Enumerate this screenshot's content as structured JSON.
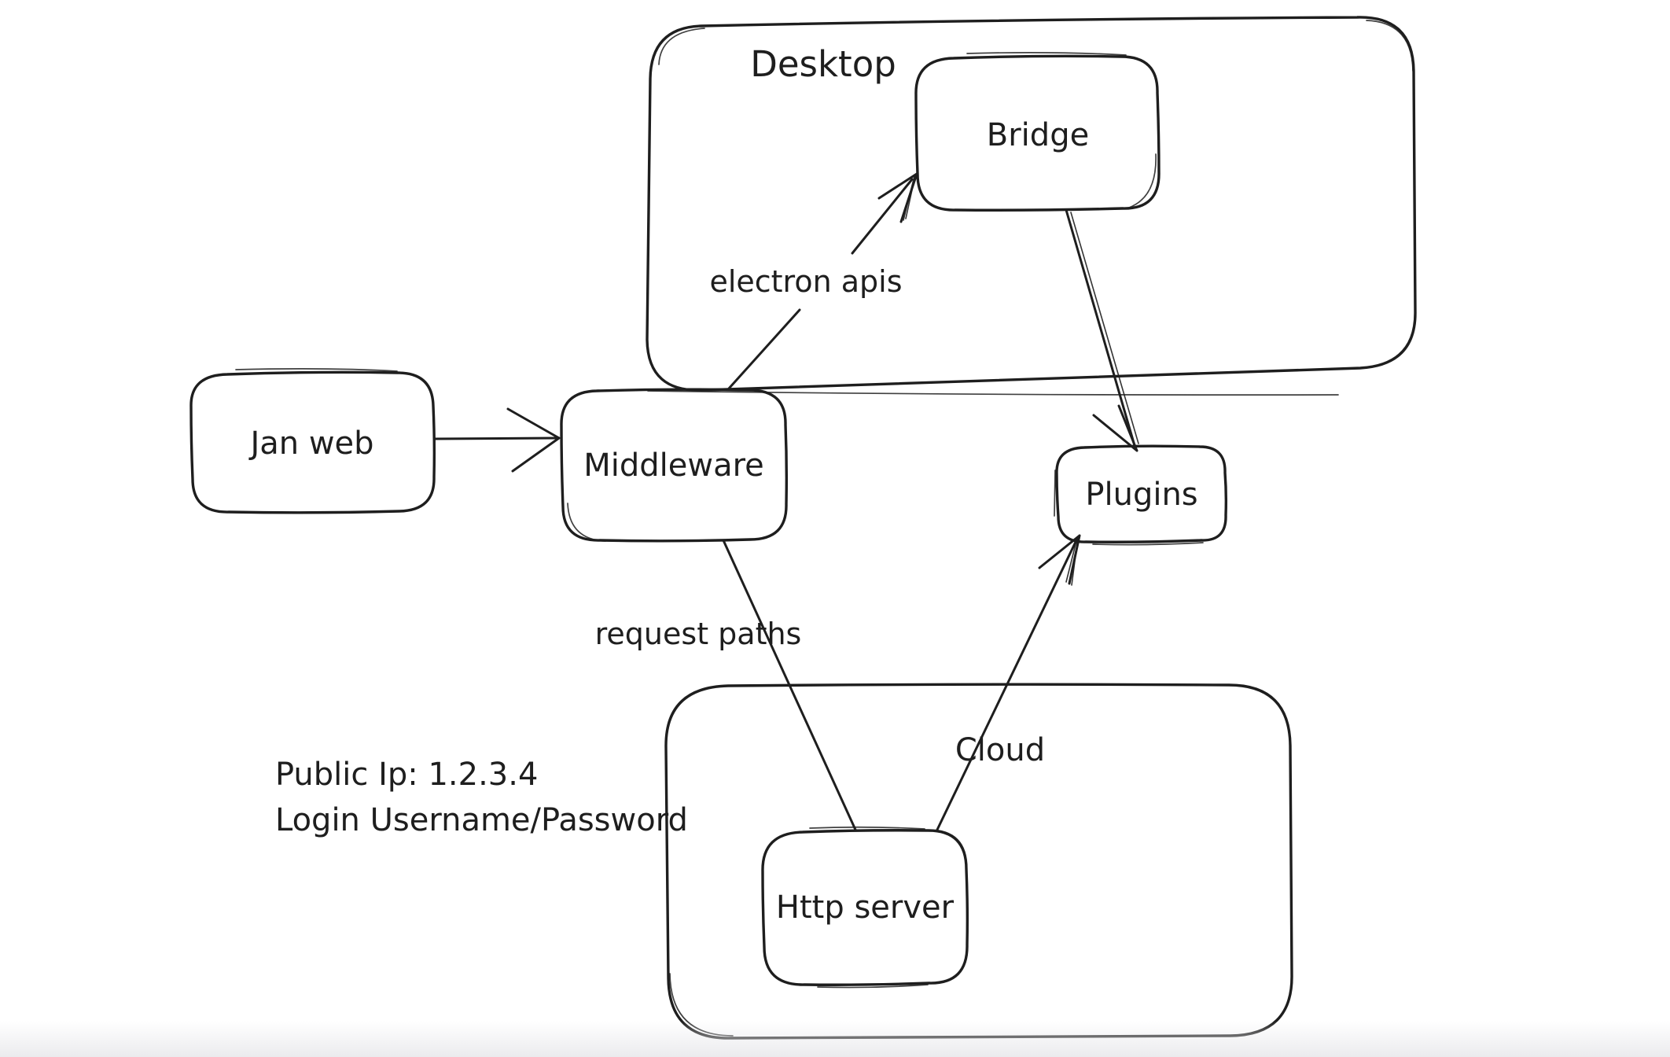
{
  "colors": {
    "ink": "#1e1e1e",
    "background": "#ffffff"
  },
  "containers": [
    {
      "id": "desktop",
      "label": "Desktop"
    },
    {
      "id": "cloud",
      "label": "Cloud"
    }
  ],
  "nodes": [
    {
      "id": "jan-web",
      "label": "Jan web"
    },
    {
      "id": "middleware",
      "label": "Middleware"
    },
    {
      "id": "bridge",
      "label": "Bridge"
    },
    {
      "id": "plugins",
      "label": "Plugins"
    },
    {
      "id": "http-server",
      "label": "Http server"
    }
  ],
  "edges": [
    {
      "id": "jan-web-to-middleware",
      "label": ""
    },
    {
      "id": "middleware-to-bridge",
      "label": "electron apis"
    },
    {
      "id": "bridge-to-plugins",
      "label": ""
    },
    {
      "id": "middleware-to-http-server",
      "label": "request paths"
    },
    {
      "id": "http-server-to-plugins",
      "label": ""
    }
  ],
  "annotations": {
    "line1": "Public Ip: 1.2.3.4",
    "line2": "Login Username/Password"
  }
}
